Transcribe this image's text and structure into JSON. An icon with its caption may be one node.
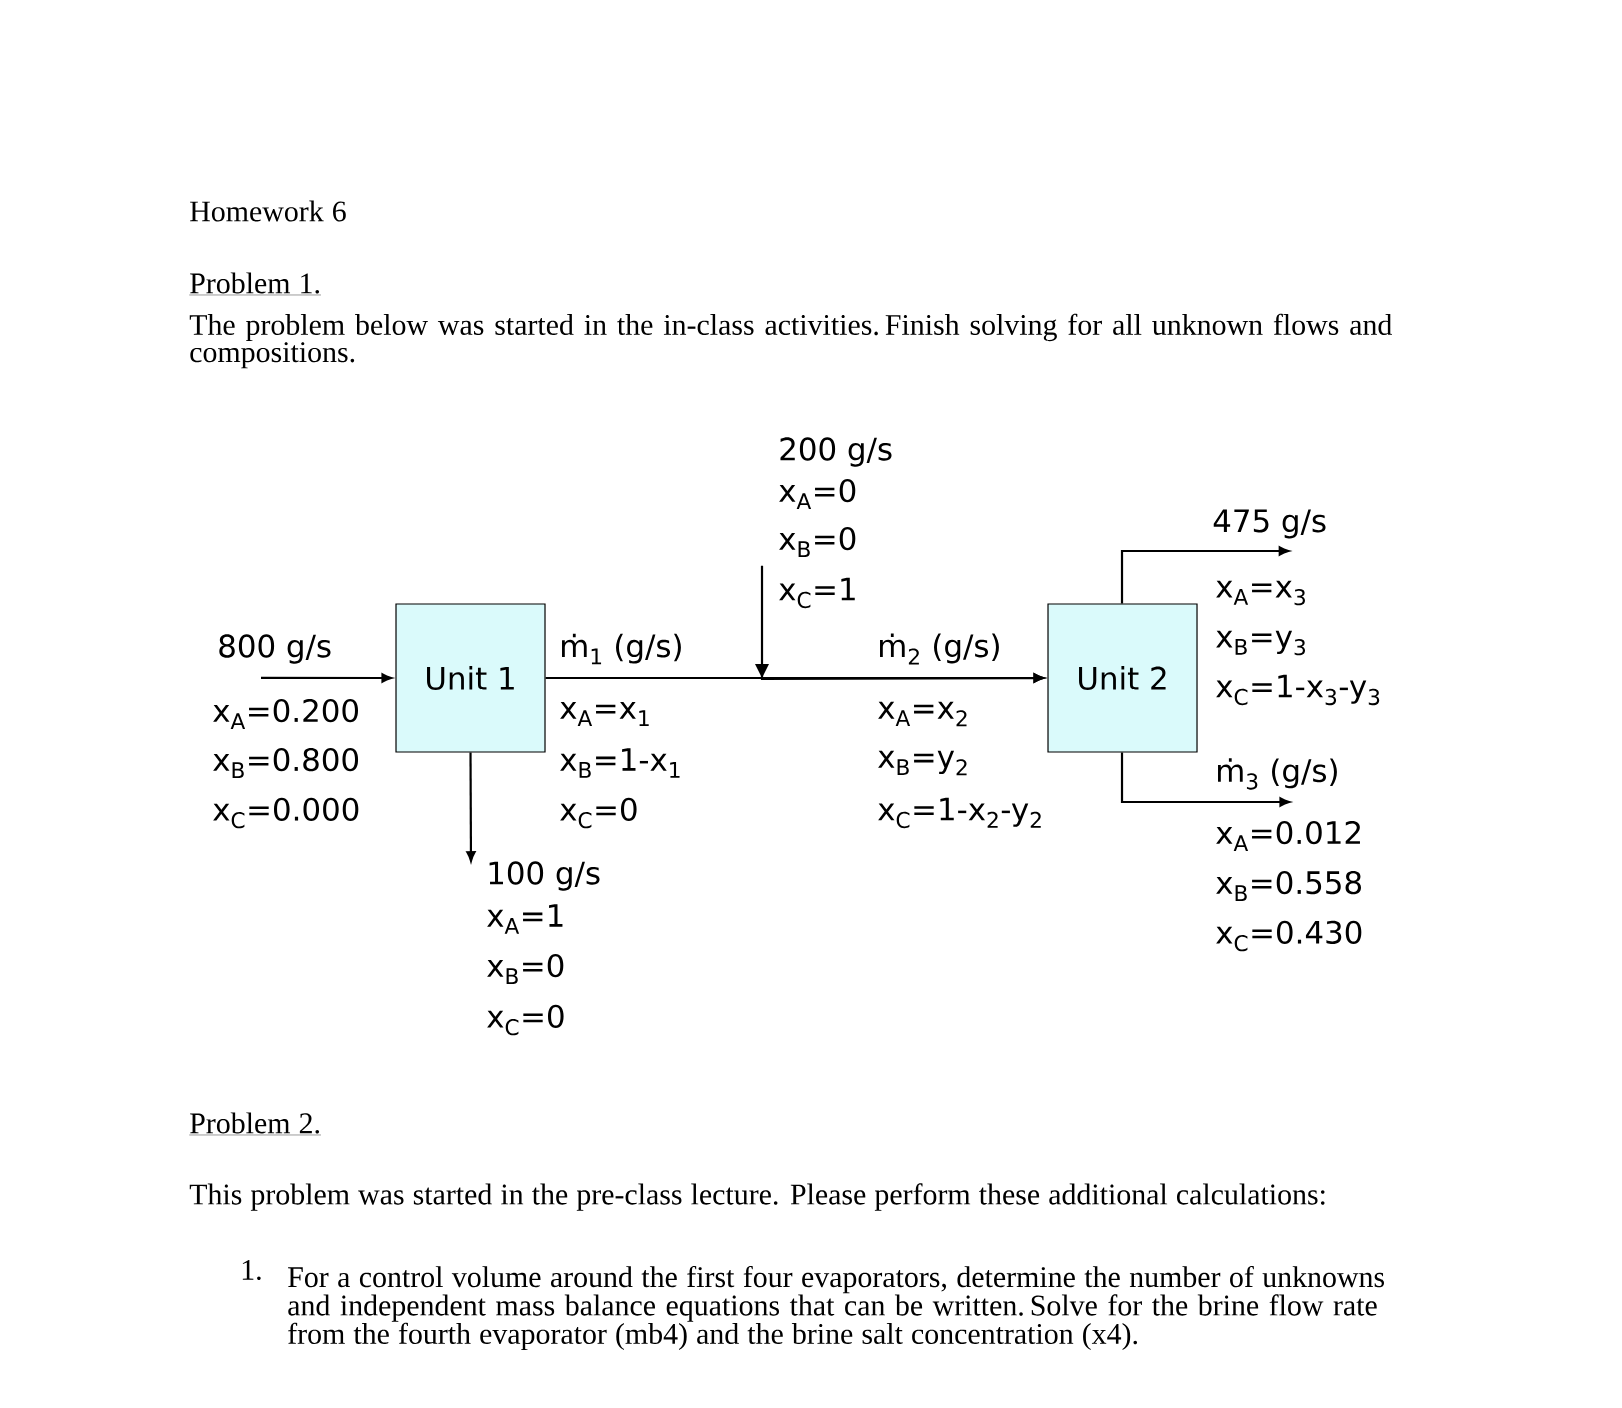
{
  "diagram": {
    "title": "Homework 6",
    "nodes": [
      {
        "text": [
          "Unit 1"
        ]
      },
      {
        "text": [
          "Unit 2"
        ]
      },
      {
        "text": [
          "800 g/s"
        ],
        "beside": [
          "x$_{A}$=0.200",
          "x$_{B}$=0.800",
          "x$_{C}$=0.000"
        ]
      },
      {
        "text": [
          "200 g/s"
        ],
        "beside": [
          "x$_{A}$=0",
          "x$_{B}$=0",
          "x$_{C}$=1"
        ]
      },
      {
        "text": [
          "100 g/s"
        ],
        "beside": [
          "x$_{A}$=1",
          "x$_{B}$=0",
          "x$_{C}$=0"
        ]
      },
      {
        "text": [
          "475 g/s"
        ],
        "beside": [
          "x$_{A}$=x$_{3}$",
          "x$_{B}$=y$_{3}$",
          "x$_{C}$=1-x$_{3}$-y$_{3}$"
        ]
      },
      {
        "text": [
          "ṁ$_{3}$ (g/s)"
        ],
        "beside": [
          "x$_{A}$=0.012",
          "x$_{B}$=0.558",
          "x$_{C}$=0.430"
        ]
      }
    ],
    "edges": [
      {
        "from": 2,
        "to": 0,
        "arrow": "to"
      },
      {
        "from": 0,
        "to": 4,
        "arrow": "to"
      },
      {
        "from": 0,
        "to": 1,
        "arrow": "to"
      },
      {
        "from": 3,
        "to": 1,
        "arrow": "to"
      },
      {
        "from": 1,
        "to": 5,
        "arrow": "to"
      },
      {
        "from": 1,
        "to": 6,
        "arrow": "to"
      }
    ],
    "labels": [
      "Problem 1.",
      "The problem below was started in the in-class activities. Finish solving for all unknown flows and compositions.",
      "ṁ$_{1}$ (g/s)",
      "x$_{A}$=x$_{1}$",
      "x$_{B}$=1-x$_{1}$",
      "x$_{C}$=0",
      "ṁ$_{2}$ (g/s)",
      "x$_{A}$=x$_{2}$",
      "x$_{B}$=y$_{2}$",
      "x$_{C}$=1-x$_{2}$-y$_{2}$",
      "Problem 2.",
      "This problem was started in the pre-class lecture. Please perform these additional calculations:",
      "1.",
      "For a control volume around the first four evaporators, determine the number of unknowns and independent mass balance equations that can be written. Solve for the brine flow rate from the fourth evaporator (mb4) and the brine salt concentration (x4)."
    ]
  }
}
